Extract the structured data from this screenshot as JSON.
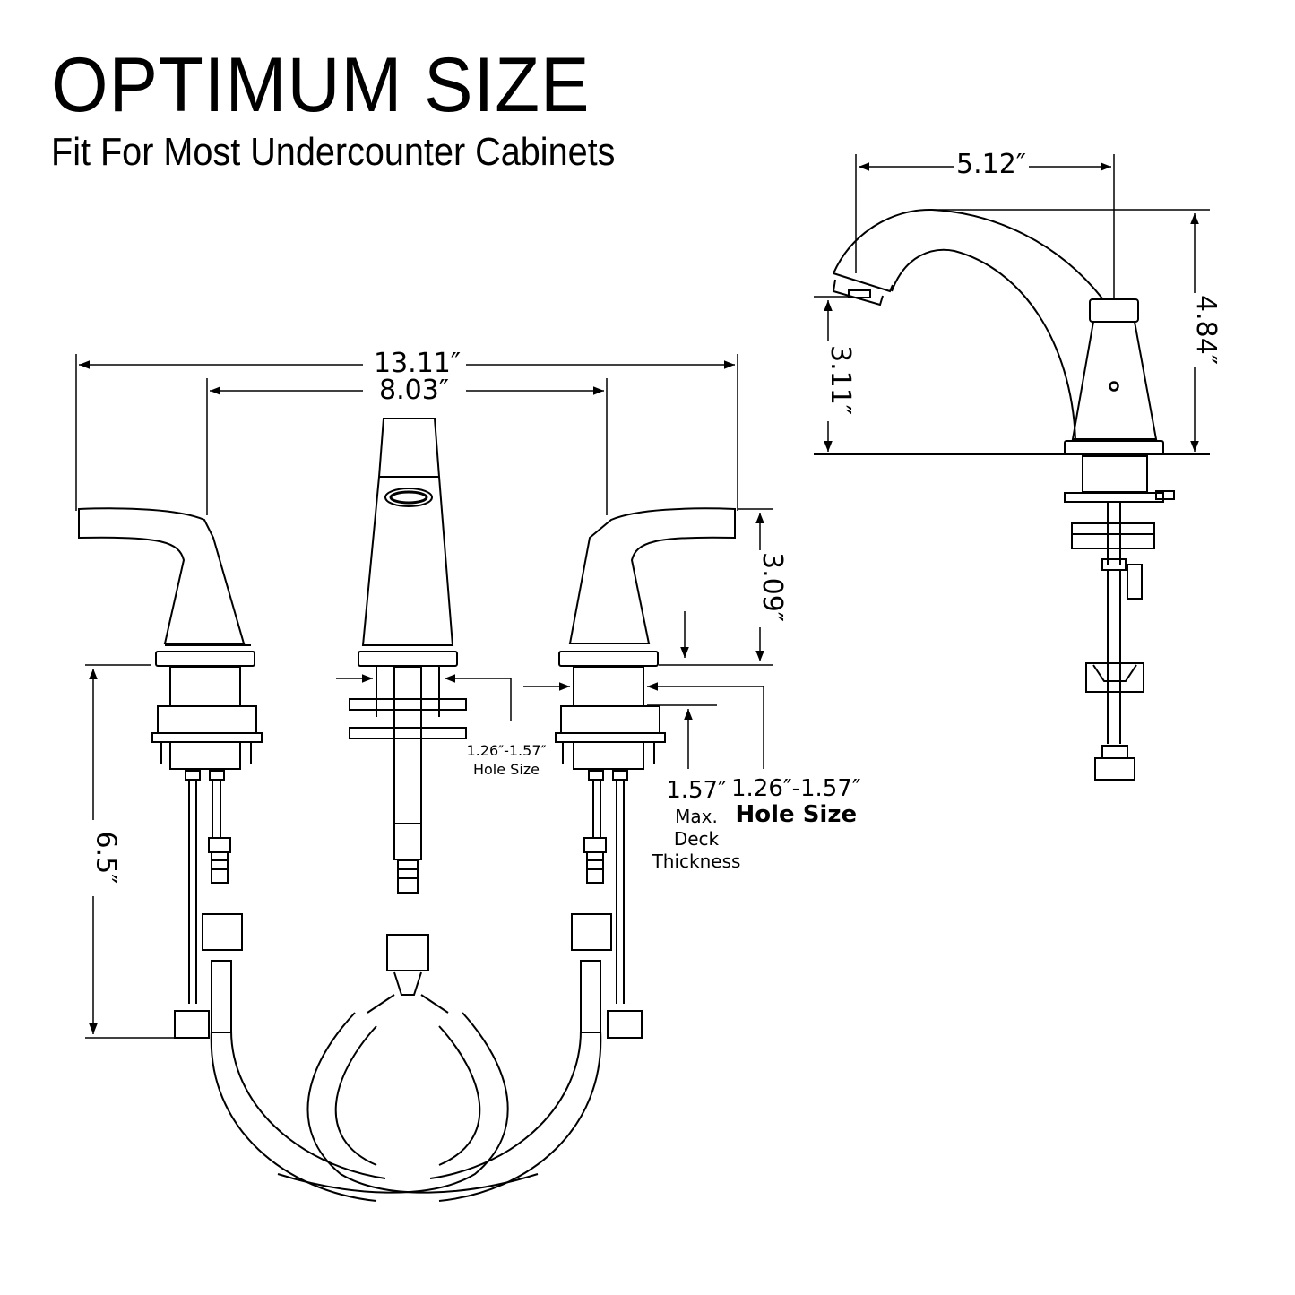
{
  "header": {
    "title": "OPTIMUM SIZE",
    "subtitle": "Fit For Most Undercounter Cabinets"
  },
  "side_view": {
    "spout_reach": "5.12″",
    "overall_height": "4.84″",
    "spout_height": "3.11″"
  },
  "front_view": {
    "overall_width": "13.11″",
    "center_spread": "8.03″",
    "handle_height": "3.09″",
    "below_deck_length": "6.5″",
    "spout_hole_size": {
      "value": "1.26″-1.57″",
      "label": "Hole Size"
    },
    "max_deck_thickness": {
      "value": "1.57″",
      "line1": "Max.",
      "line2": "Deck",
      "line3": "Thickness"
    },
    "handle_hole_size": {
      "value": "1.26″-1.57″",
      "label": "Hole Size"
    }
  },
  "colors": {
    "line": "#000000",
    "background": "#ffffff"
  }
}
